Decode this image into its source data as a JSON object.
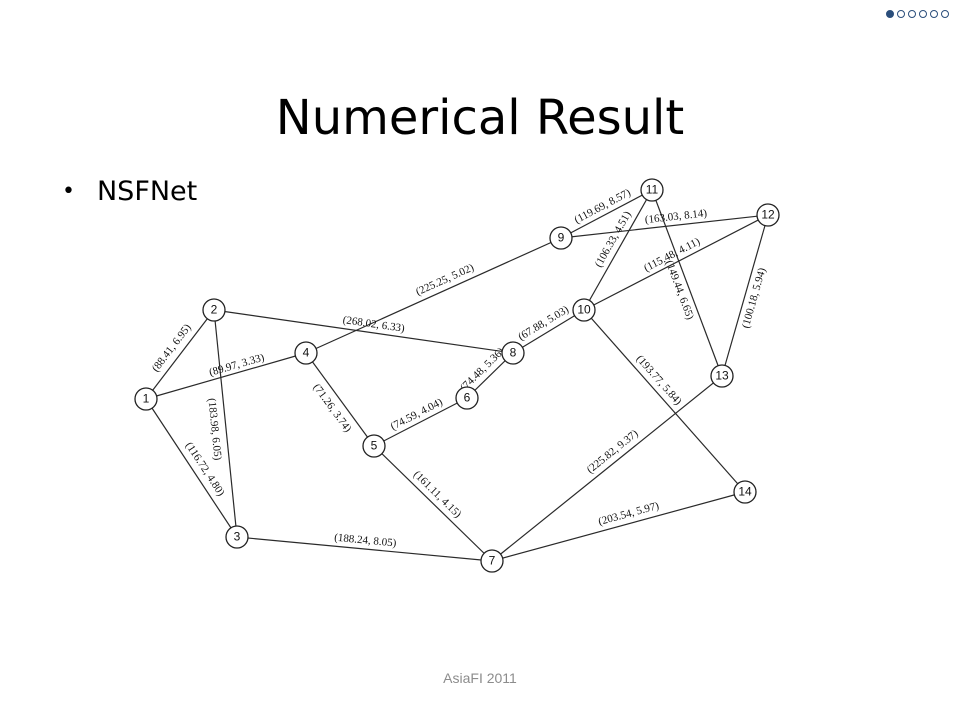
{
  "slide": {
    "title": "Numerical Result",
    "bullet": "NSFNet",
    "footer": "AsiaFI 2011",
    "progress": {
      "total": 6,
      "current": 1
    }
  },
  "network": {
    "nodes": [
      "1",
      "2",
      "3",
      "4",
      "5",
      "6",
      "7",
      "8",
      "9",
      "10",
      "11",
      "12",
      "13",
      "14"
    ],
    "edges": [
      {
        "from": "1",
        "to": "2",
        "label": "(88.41, 6.95)"
      },
      {
        "from": "1",
        "to": "4",
        "label": "(89.97, 3.33)"
      },
      {
        "from": "1",
        "to": "3",
        "label": "(116.72, 4.80)"
      },
      {
        "from": "2",
        "to": "3",
        "label": "(183.98, 6.05)"
      },
      {
        "from": "2",
        "to": "8",
        "label": "(268.02, 6.33)"
      },
      {
        "from": "4",
        "to": "9",
        "label": "(225.25, 5.02)"
      },
      {
        "from": "4",
        "to": "5",
        "label": "(71.26, 3.74)"
      },
      {
        "from": "5",
        "to": "6",
        "label": "(74.59, 4.04)"
      },
      {
        "from": "6",
        "to": "8",
        "label": "(74.48, 5.36)"
      },
      {
        "from": "8",
        "to": "10",
        "label": "(67.88, 5.03)"
      },
      {
        "from": "5",
        "to": "7",
        "label": "(161.11, 4.15)"
      },
      {
        "from": "3",
        "to": "7",
        "label": "(188.24, 8.05)"
      },
      {
        "from": "7",
        "to": "13",
        "label": "(225.82, 9.37)"
      },
      {
        "from": "7",
        "to": "14",
        "label": "(203.54, 5.97)"
      },
      {
        "from": "10",
        "to": "14",
        "label": "(193.77, 5.84)"
      },
      {
        "from": "10",
        "to": "11",
        "label": "(106.33, 4.51)"
      },
      {
        "from": "10",
        "to": "12",
        "label": "(115.48, 4.11)"
      },
      {
        "from": "9",
        "to": "11",
        "label": "(119.69, 8.57)"
      },
      {
        "from": "9",
        "to": "12",
        "label": "(163.03, 8.14)"
      },
      {
        "from": "11",
        "to": "13",
        "label": "(149.44, 6.65)"
      },
      {
        "from": "12",
        "to": "13",
        "label": "(100.18, 5.94)"
      }
    ]
  }
}
